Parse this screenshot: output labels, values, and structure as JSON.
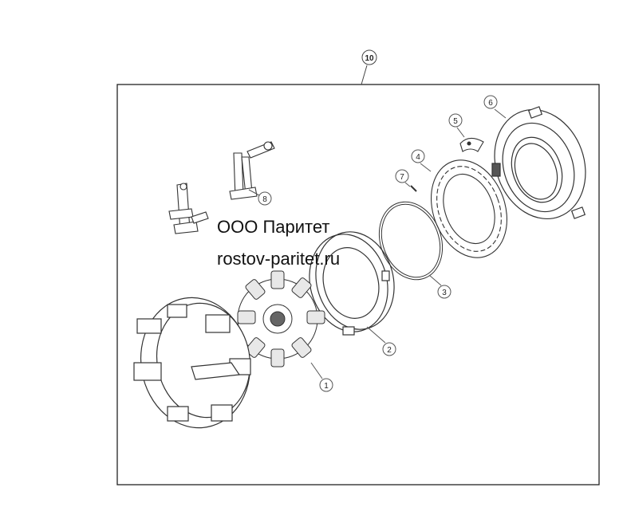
{
  "watermark": {
    "company": "ООО Паритет",
    "site": "rostov-paritet.ru"
  },
  "callouts": {
    "assembly": "10",
    "disc": "1",
    "pressure_plate": "2",
    "ring": "3",
    "friction_plate": "4",
    "clip": "5",
    "cover_plate": "6",
    "pin": "7",
    "lever": "8"
  }
}
